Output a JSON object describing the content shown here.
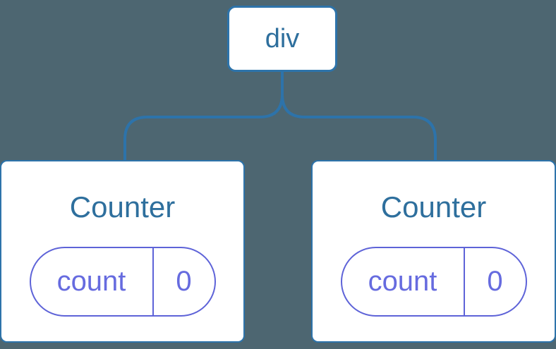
{
  "colors": {
    "bg": "#4d6671",
    "edge": "#2d73aa",
    "node-text": "#2e6f9d",
    "card-bg": "#ffffff",
    "state-border": "#5e63d8",
    "state-text": "#666bdf"
  },
  "diagram": {
    "root": {
      "label": "div"
    },
    "children": [
      {
        "title": "Counter",
        "state_key": "count",
        "state_value": "0"
      },
      {
        "title": "Counter",
        "state_key": "count",
        "state_value": "0"
      }
    ]
  }
}
